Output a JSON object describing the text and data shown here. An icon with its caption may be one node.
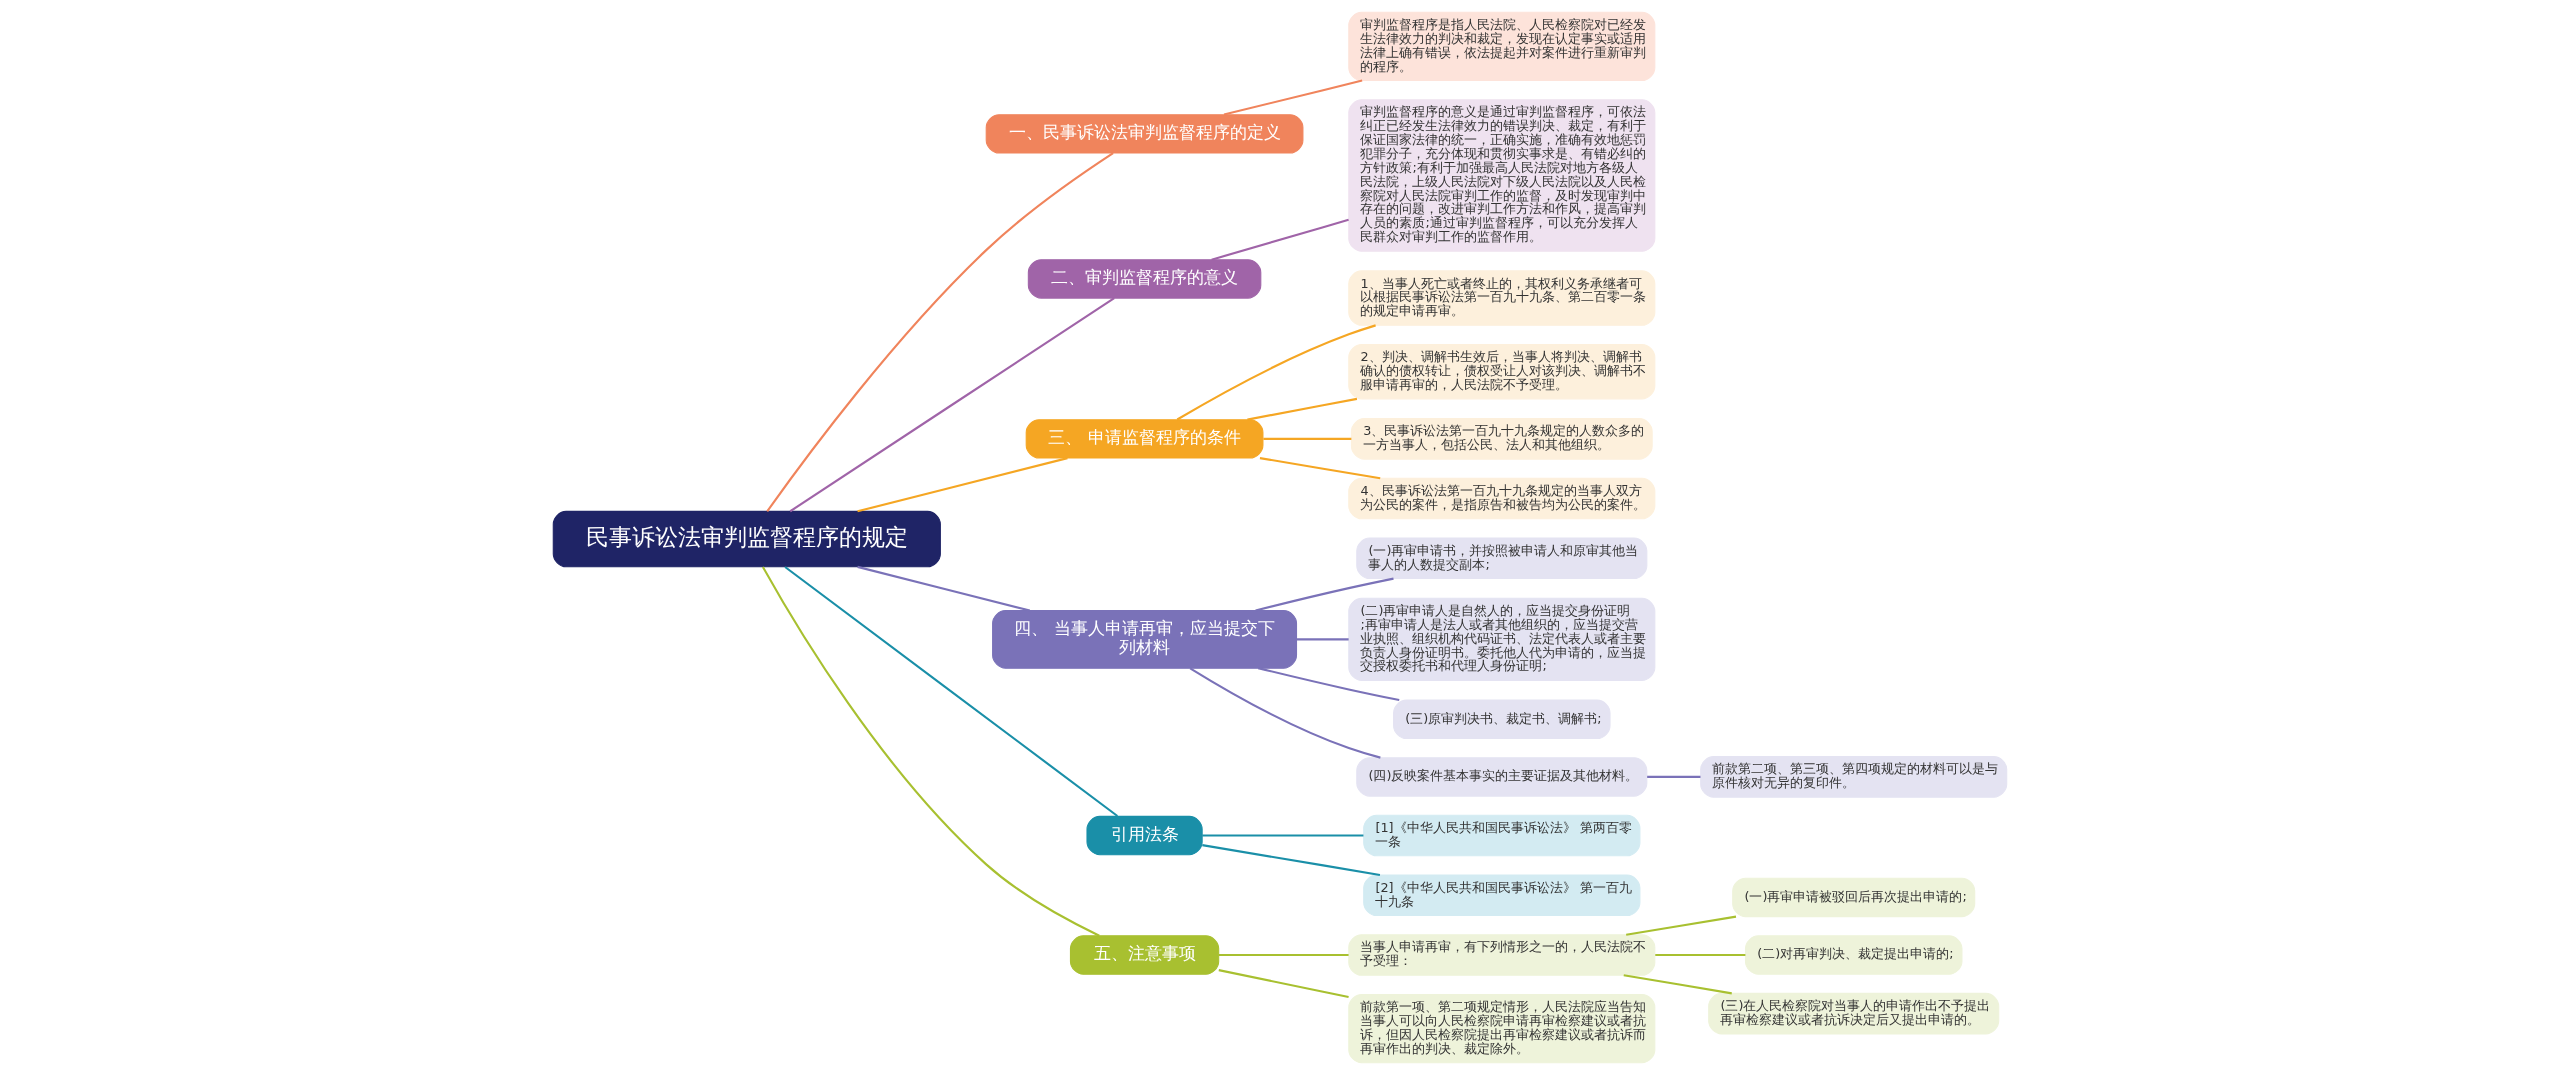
{
  "diagram": {
    "nodes": [
      {
        "text": [
          "民事诉讼法审判监督程序的规定"
        ]
      },
      {
        "text": [
          "一、民事诉讼法审判监督程序的定义"
        ]
      },
      {
        "text": [
          "审判监督程序是指人民法院、人民检察院对已经发生法律效力的判决和裁定，发现在认定事实或适用法律上确有错误，依法提起并对案件进行重新审判的程序。"
        ]
      },
      {
        "text": [
          "二、审判监督程序的意义"
        ]
      },
      {
        "text": [
          "审判监督程序的意义是通过审判监督程序，可依法纠正已经发生法律效力的错误判决、裁定，有利于保证国家法律的统一，正确实施，准确有效地惩罚犯罪分子，充分体现和贯彻实事求是、有错必纠的方针政策;有利于加强最高人民法院对地方各级人民法院，上级人民法院对下级人民法院以及人民检察院对人民法院审判工作的监督，及时发现审判中存在的问题，改进审判工作方法和作风，提高审判人员的素质;通过审判监督程序，可以充分发挥人民群众对审判工作的监督作用。"
        ]
      },
      {
        "text": [
          "三、 申请监督程序的条件"
        ]
      },
      {
        "text": [
          "1、当事人死亡或者终止的，其权利义务承继者可以根据民事诉讼法第一百九十九条、第二百零一条的规定申请再审。"
        ]
      },
      {
        "text": [
          "2、判决、调解书生效后，当事人将判决、调解书确认的债权转让，债权受让人对该判决、调解书不服申请再审的，人民法院不予受理。"
        ]
      },
      {
        "text": [
          "3、民事诉讼法第一百九十九条规定的人数众多的一方当事人，包括公民、法人和其他组织。"
        ]
      },
      {
        "text": [
          "4、民事诉讼法第一百九十九条规定的当事人双方为公民的案件，是指原告和被告均为公民的案件。"
        ]
      },
      {
        "text": [
          "四、 当事人申请再审，应当提交下列材料"
        ]
      },
      {
        "text": [
          "(一)再审申请书，并按照被申请人和原审其他当事人的人数提交副本;"
        ]
      },
      {
        "text": [
          "(二)再审申请人是自然人的，应当提交身份证明;再审申请人是法人或者其他组织的，应当提交营业执照、组织机构代码证书、法定代表人或者主要负责人身份证明书。委托他人代为申请的，应当提交授权委托书和代理人身份证明;"
        ]
      },
      {
        "text": [
          "(三)原审判决书、裁定书、调解书;"
        ]
      },
      {
        "text": [
          "(四)反映案件基本事实的主要证据及其他材料。"
        ]
      },
      {
        "text": [
          "前款第二项、第三项、第四项规定的材料可以是与原件核对无异的复印件。"
        ]
      },
      {
        "text": [
          "引用法条"
        ]
      },
      {
        "text": [
          "[1]《中华人民共和国民事诉讼法》 第两百零一条"
        ]
      },
      {
        "text": [
          "[2]《中华人民共和国民事诉讼法》 第一百九十九条"
        ]
      },
      {
        "text": [
          "五、注意事项"
        ]
      },
      {
        "text": [
          "当事人申请再审，有下列情形之一的，人民法院不予受理："
        ]
      },
      {
        "text": [
          "(一)再审申请被驳回后再次提出申请的;"
        ]
      },
      {
        "text": [
          "(二)对再审判决、裁定提出申请的;"
        ]
      },
      {
        "text": [
          "(三)在人民检察院对当事人的申请作出不予提出再审检察建议或者抗诉决定后又提出申请的。"
        ]
      },
      {
        "text": [
          "前款第一项、第二项规定情形，人民法院应当告知当事人可以向人民检察院申请再审检察建议或者抗诉，但因人民检察院提出再审检察建议或者抗诉而再审作出的判决、裁定除外。"
        ]
      }
    ],
    "edges": [
      {
        "from": 0,
        "to": 1,
        "arrow": "none",
        "color": "#f0845c"
      },
      {
        "from": 1,
        "to": 2,
        "arrow": "none",
        "color": "#f0845c"
      },
      {
        "from": 0,
        "to": 3,
        "arrow": "none",
        "color": "#a064a8"
      },
      {
        "from": 3,
        "to": 4,
        "arrow": "none",
        "color": "#a064a8"
      },
      {
        "from": 0,
        "to": 5,
        "arrow": "none",
        "color": "#f5a623"
      },
      {
        "from": 5,
        "to": 6,
        "arrow": "none",
        "color": "#f5a623"
      },
      {
        "from": 5,
        "to": 7,
        "arrow": "none",
        "color": "#f5a623"
      },
      {
        "from": 5,
        "to": 8,
        "arrow": "none",
        "color": "#f5a623"
      },
      {
        "from": 5,
        "to": 9,
        "arrow": "none",
        "color": "#f5a623"
      },
      {
        "from": 0,
        "to": 10,
        "arrow": "none",
        "color": "#7a72b8"
      },
      {
        "from": 10,
        "to": 11,
        "arrow": "none",
        "color": "#7a72b8"
      },
      {
        "from": 10,
        "to": 12,
        "arrow": "none",
        "color": "#7a72b8"
      },
      {
        "from": 10,
        "to": 13,
        "arrow": "none",
        "color": "#7a72b8"
      },
      {
        "from": 10,
        "to": 14,
        "arrow": "none",
        "color": "#7a72b8"
      },
      {
        "from": 14,
        "to": 15,
        "arrow": "none",
        "color": "#7a72b8"
      },
      {
        "from": 0,
        "to": 16,
        "arrow": "none",
        "color": "#1a8fa8"
      },
      {
        "from": 16,
        "to": 17,
        "arrow": "none",
        "color": "#1a8fa8"
      },
      {
        "from": 16,
        "to": 18,
        "arrow": "none",
        "color": "#1a8fa8"
      },
      {
        "from": 0,
        "to": 19,
        "arrow": "none",
        "color": "#a8c030"
      },
      {
        "from": 19,
        "to": 20,
        "arrow": "none",
        "color": "#a8c030"
      },
      {
        "from": 20,
        "to": 21,
        "arrow": "none",
        "color": "#a8c030"
      },
      {
        "from": 20,
        "to": 22,
        "arrow": "none",
        "color": "#a8c030"
      },
      {
        "from": 20,
        "to": 23,
        "arrow": "none",
        "color": "#a8c030"
      },
      {
        "from": 19,
        "to": 24,
        "arrow": "none",
        "color": "#a8c030"
      }
    ]
  }
}
